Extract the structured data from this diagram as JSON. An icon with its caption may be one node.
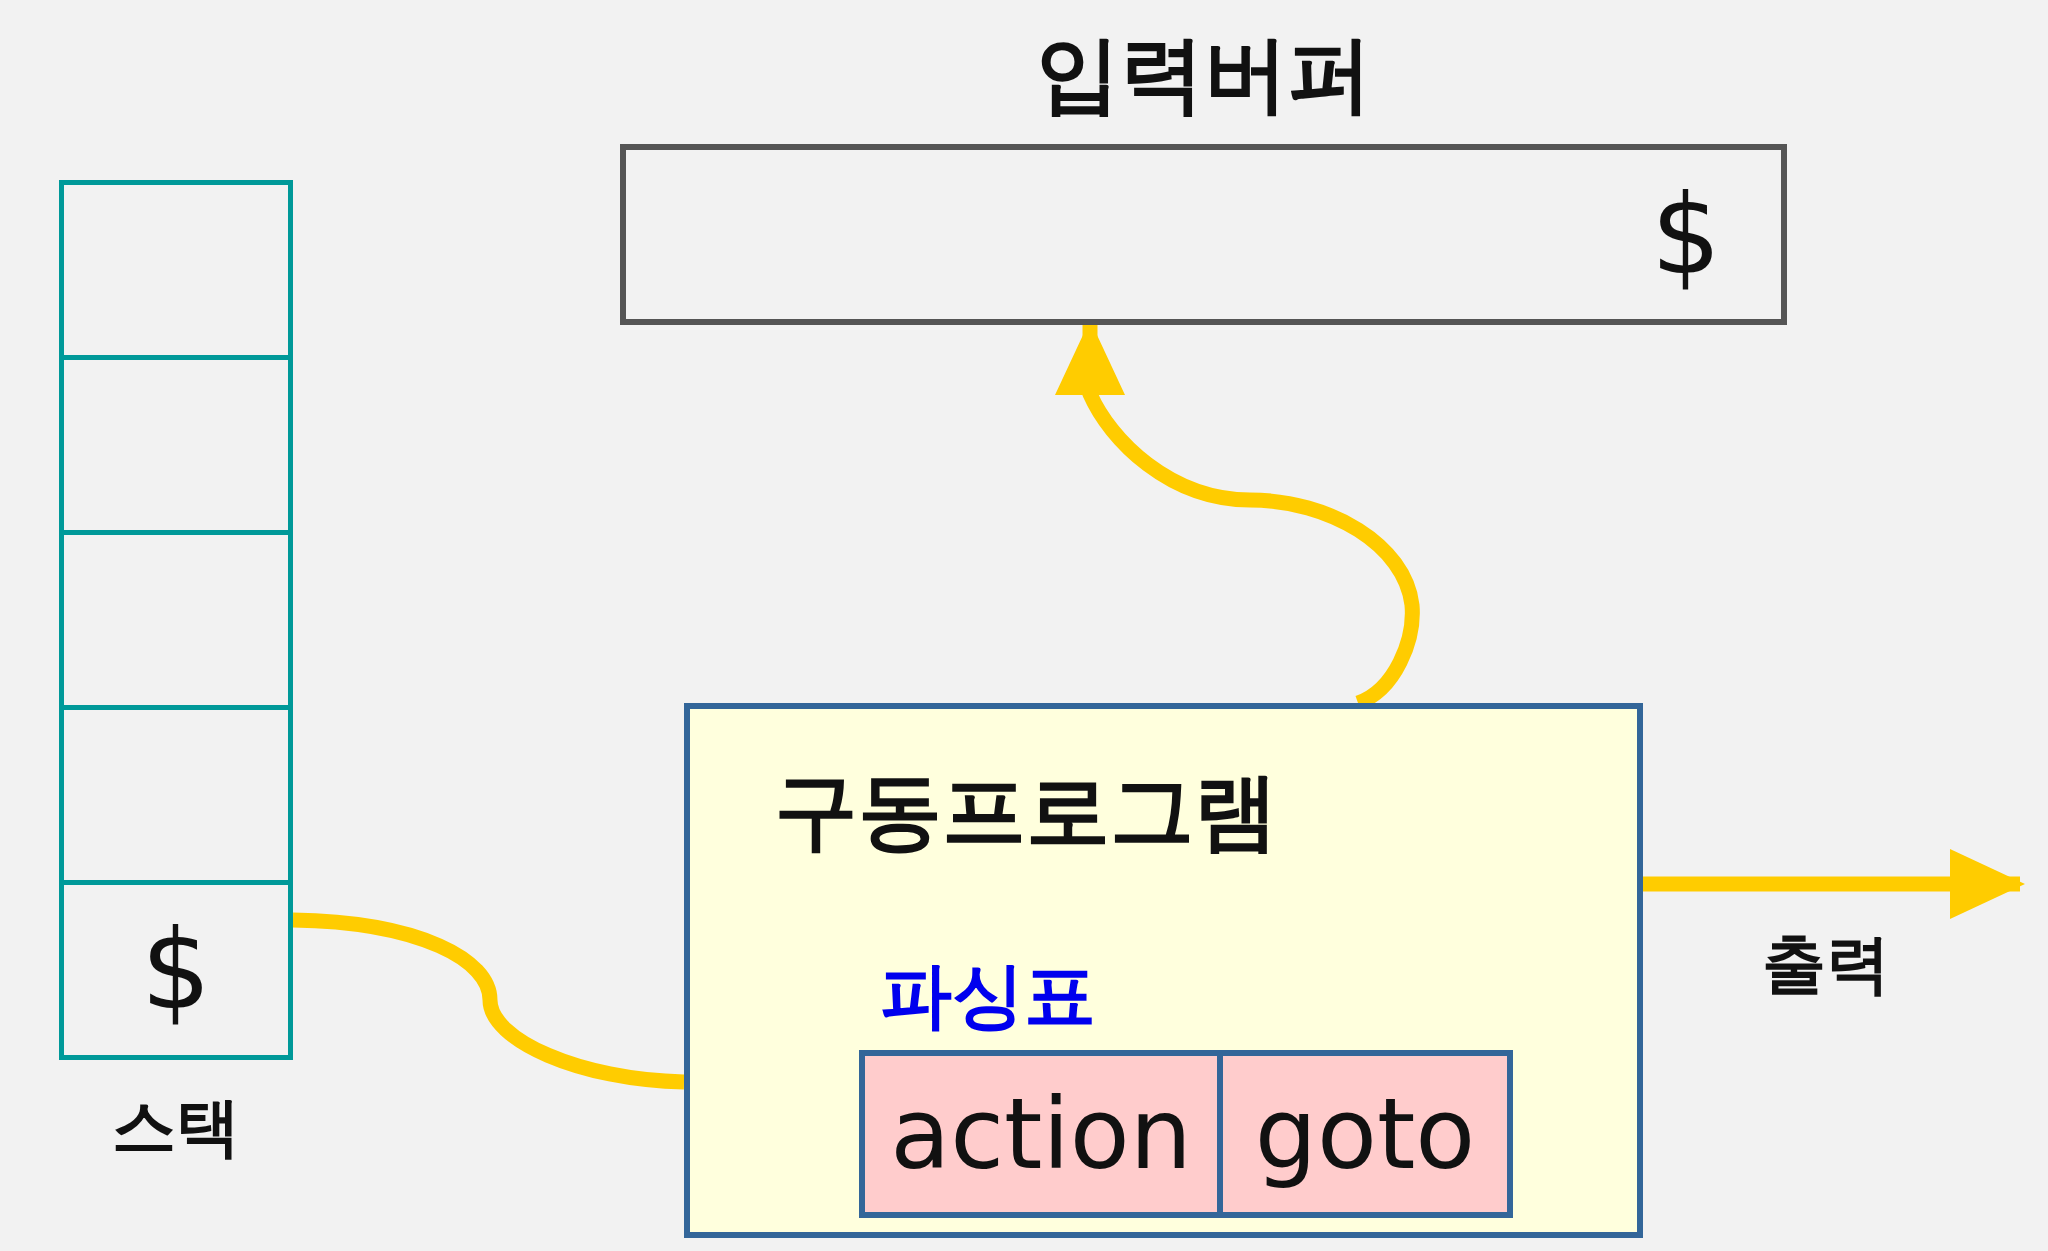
{
  "diagram": {
    "nodes": [
      {
        "text": [
          "입력버퍼",
          "$"
        ]
      },
      {
        "text": [
          "스택"
        ]
      },
      {
        "text": [],
        "shape": "box",
        "in": 1
      },
      {
        "text": [],
        "shape": "box",
        "in": 1
      },
      {
        "text": [],
        "shape": "box",
        "in": 1
      },
      {
        "text": [],
        "shape": "box",
        "in": 1
      },
      {
        "text": [
          "$"
        ],
        "in": 1
      },
      {
        "text": [
          "구동프로그램",
          "파싱표"
        ]
      },
      {
        "text": [
          "action"
        ],
        "in": 7
      },
      {
        "text": [
          "goto"
        ],
        "in": 7
      }
    ],
    "edges": [
      {
        "from": 6,
        "to": 7,
        "arrow": "none"
      },
      {
        "from": 7,
        "to": 0,
        "arrow": "to"
      },
      {
        "from": 7,
        "to": null,
        "arrow": "to",
        "label": "출력"
      }
    ]
  }
}
